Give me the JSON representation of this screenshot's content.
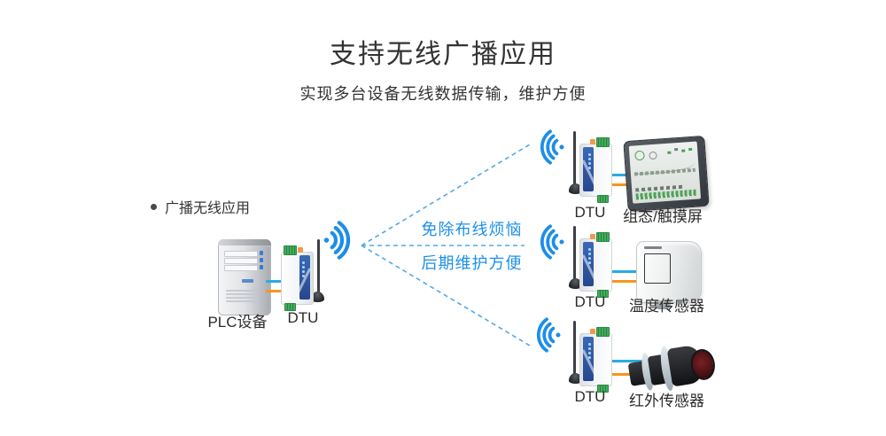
{
  "page": {
    "title": "支持无线广播应用",
    "subtitle": "实现多台设备无线数据传输，维护方便"
  },
  "palette": {
    "heading_text": "#333333",
    "label_text": "#2b2b2b",
    "benefit_text": "#1e90e9",
    "wifi_blue": "#1d8ee9",
    "dashed_line_blue": "#52a8e8",
    "wire_blue": "#29abe2",
    "wire_orange": "#f7941e",
    "dtu_panel_blue": "#2c4f9c",
    "terminal_green": "#3fae5a"
  },
  "left_group": {
    "bullet_label": "广播无线应用",
    "plc_label": "PLC设备",
    "dtu_label": "DTU"
  },
  "center": {
    "benefit_line1": "免除布线烦恼",
    "benefit_line2": "后期维护方便"
  },
  "receivers": [
    {
      "dtu_label": "DTU",
      "device_label": "组态/触摸屏"
    },
    {
      "dtu_label": "DTU",
      "device_label": "温度传感器"
    },
    {
      "dtu_label": "DTU",
      "device_label": "红外传感器"
    }
  ]
}
